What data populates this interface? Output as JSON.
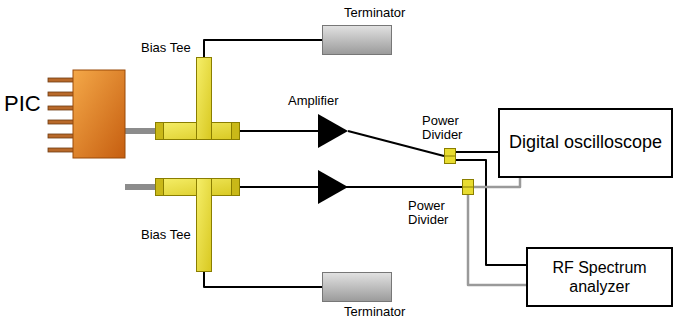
{
  "diagram": {
    "nodes": [
      {
        "text": [
          "Terminator"
        ]
      },
      {
        "text": [
          "PIC"
        ]
      },
      {
        "text": [
          "Bias Tee"
        ]
      },
      {
        "text": [
          "Amplifier"
        ]
      },
      {
        "text": [
          "Power Divider"
        ]
      },
      {
        "text": [
          "Digital oscilloscope"
        ]
      },
      {
        "text": [
          "Bias Tee"
        ]
      },
      {
        "text": [
          "Power Divider"
        ]
      },
      {
        "text": [
          "RF Spectrum analyzer"
        ]
      },
      {
        "text": [
          "Terminator"
        ]
      }
    ],
    "edges": [
      {
        "from": 1,
        "to": 2,
        "arrow": "none"
      },
      {
        "from": 1,
        "to": 6,
        "arrow": "none"
      },
      {
        "from": 2,
        "to": 0,
        "arrow": "none"
      },
      {
        "from": 2,
        "to": 3,
        "arrow": "none"
      },
      {
        "from": 3,
        "to": 4,
        "arrow": "none"
      },
      {
        "from": 4,
        "to": 5,
        "arrow": "none"
      },
      {
        "from": 4,
        "to": 8,
        "arrow": "none"
      },
      {
        "from": 6,
        "to": 9,
        "arrow": "none"
      },
      {
        "from": 6,
        "to": 7,
        "arrow": "none"
      },
      {
        "from": 7,
        "to": 5,
        "arrow": "none"
      },
      {
        "from": 7,
        "to": 8,
        "arrow": "none"
      }
    ]
  }
}
